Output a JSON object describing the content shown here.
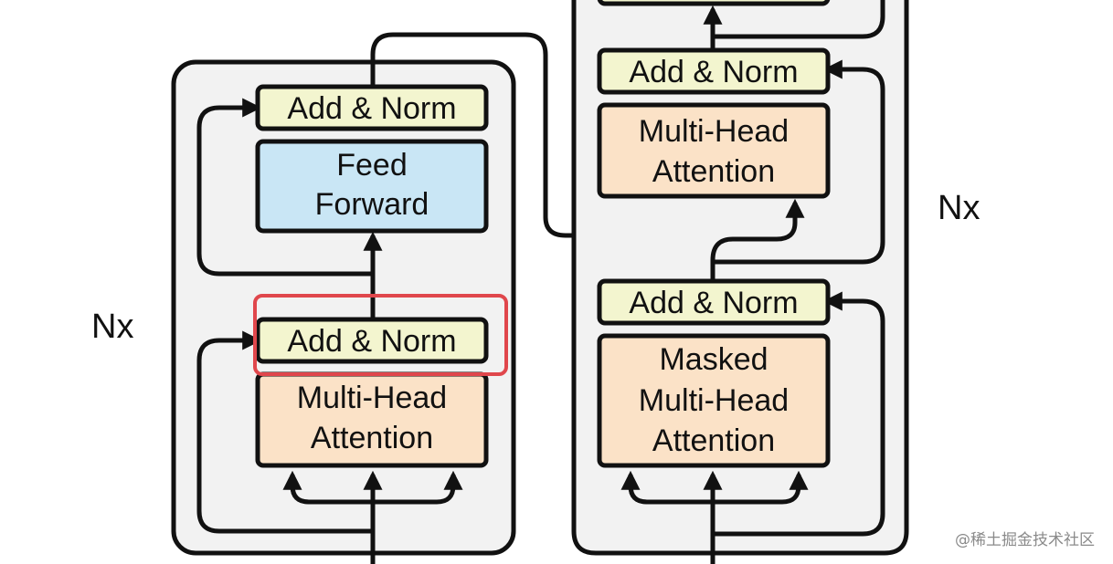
{
  "encoder": {
    "add_norm_top": "Add & Norm",
    "feed_forward": [
      "Feed",
      "Forward"
    ],
    "add_norm_bottom": "Add & Norm",
    "attention": [
      "Multi-Head",
      "Attention"
    ],
    "repeat_label": "Nx"
  },
  "decoder": {
    "add_norm_top": "Add & Norm",
    "attention": [
      "Multi-Head",
      "Attention"
    ],
    "add_norm_mid": "Add & Norm",
    "masked_attention": [
      "Masked",
      "Multi-Head",
      "Attention"
    ],
    "repeat_label": "Nx"
  },
  "watermark": "@稀土掘金技术社区",
  "colors": {
    "block_bg": "#f2f2f2",
    "add_norm": "#f3f5cf",
    "feed_forward": "#c9e6f5",
    "attention": "#fbe2c7",
    "highlight": "#e0474c",
    "stroke": "#111111"
  }
}
